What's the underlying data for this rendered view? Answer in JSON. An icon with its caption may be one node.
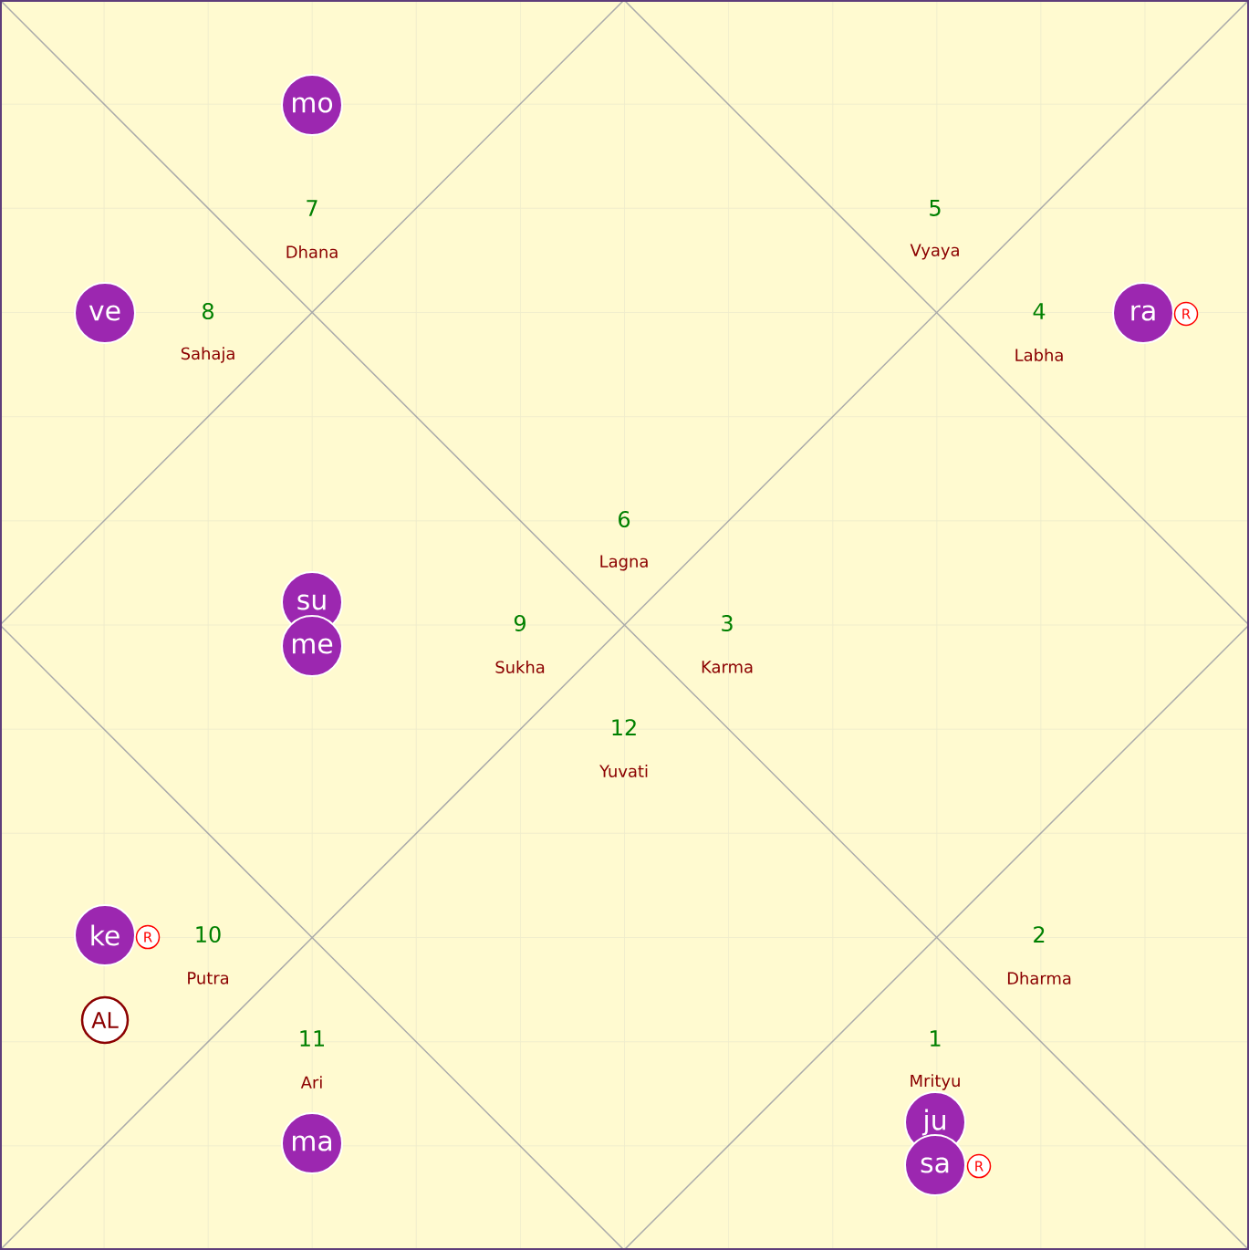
{
  "diagram": {
    "nodes": [
      {
        "text": [
          "mo"
        ]
      },
      {
        "text": [
          "ve"
        ]
      },
      {
        "text": [
          "ra"
        ]
      },
      {
        "text": [
          "R"
        ]
      },
      {
        "text": [
          "su"
        ]
      },
      {
        "text": [
          "me"
        ]
      },
      {
        "text": [
          "ke"
        ]
      },
      {
        "text": [
          "R"
        ]
      },
      {
        "text": [
          "AL"
        ]
      },
      {
        "text": [
          "ma"
        ]
      },
      {
        "text": [
          "ju"
        ]
      },
      {
        "text": [
          "sa"
        ]
      },
      {
        "text": [
          "R"
        ]
      }
    ],
    "labels": [
      "7",
      "Dhana",
      "5",
      "Vyaya",
      "8",
      "Sahaja",
      "4",
      "Labha",
      "6",
      "Lagna",
      "9",
      "Sukha",
      "3",
      "Karma",
      "12",
      "Yuvati",
      "10",
      "Putra",
      "2",
      "Dharma",
      "11",
      "Ari",
      "1",
      "Mrityu"
    ]
  }
}
